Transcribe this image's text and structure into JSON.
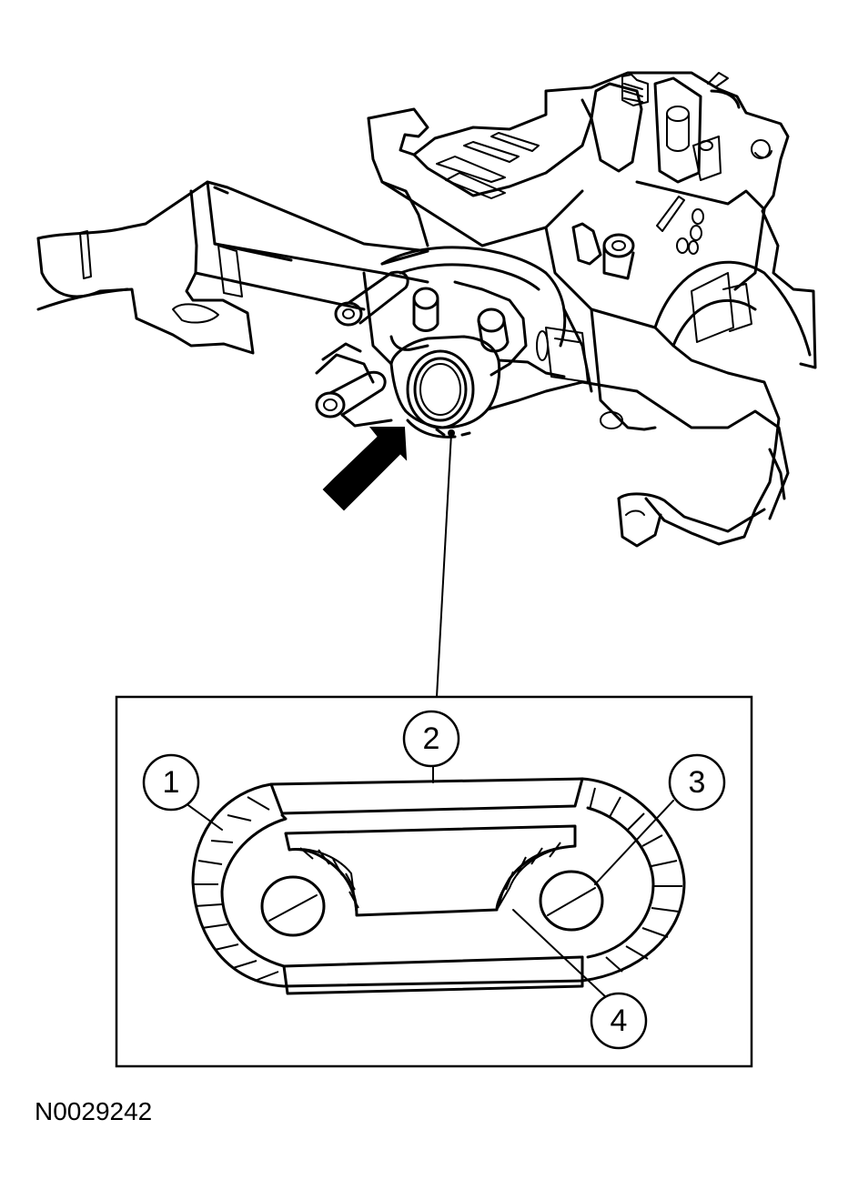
{
  "figure": {
    "id_label": "N0029242",
    "callouts": [
      {
        "label": "1"
      },
      {
        "label": "2"
      },
      {
        "label": "3"
      },
      {
        "label": "4"
      }
    ]
  }
}
